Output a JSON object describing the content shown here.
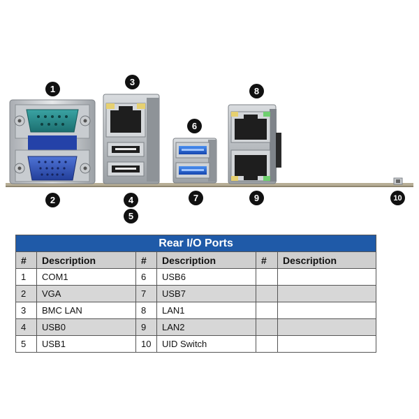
{
  "callouts": [
    "1",
    "2",
    "3",
    "4",
    "5",
    "6",
    "7",
    "8",
    "9",
    "10"
  ],
  "table": {
    "title": "Rear I/O Ports",
    "headers": [
      "#",
      "Description",
      "#",
      "Description",
      "#",
      "Description"
    ],
    "rows": [
      [
        "1",
        "COM1",
        "6",
        "USB6",
        "",
        ""
      ],
      [
        "2",
        "VGA",
        "7",
        "USB7",
        "",
        ""
      ],
      [
        "3",
        "BMC LAN",
        "8",
        "LAN1",
        "",
        ""
      ],
      [
        "4",
        "USB0",
        "9",
        "LAN2",
        "",
        ""
      ],
      [
        "5",
        "USB1",
        "10",
        "UID Switch",
        "",
        ""
      ]
    ]
  },
  "colors": {
    "title_bar": "#1f5aa8",
    "header_row": "#cfcfcf",
    "shaded_row": "#d7d7d7",
    "com_port": "#2a8a8a",
    "vga_port": "#2d4fb0",
    "usb3_port": "#1e5fd0",
    "callout": "#111111"
  }
}
